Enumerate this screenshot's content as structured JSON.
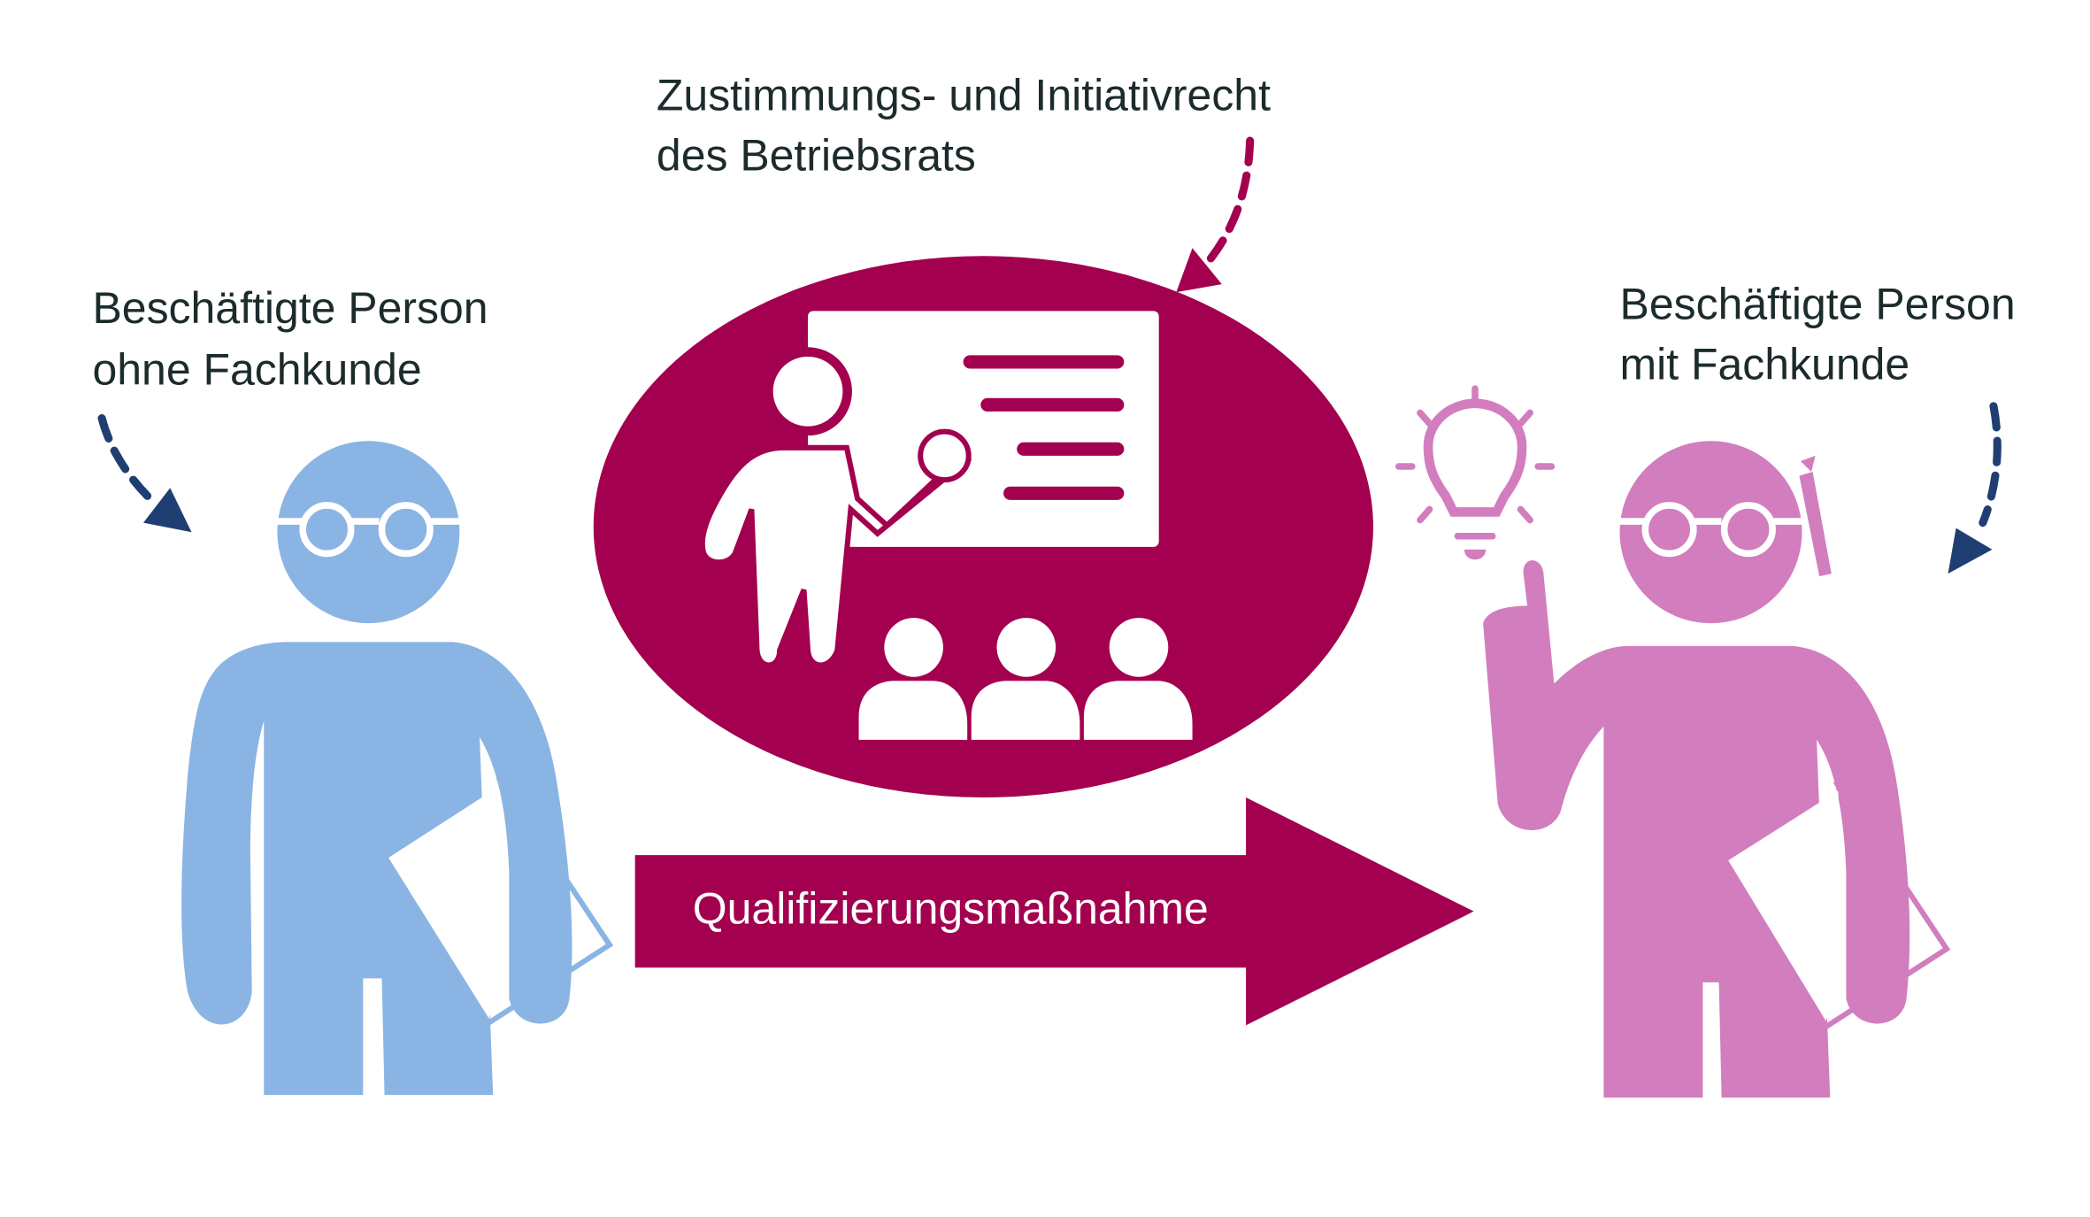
{
  "labels": {
    "top": [
      "Zustimmungs- und Initiativrecht",
      "des Betriebsrats"
    ],
    "left": [
      "Beschäftigte Person",
      "ohne Fachkunde"
    ],
    "right": [
      "Beschäftigte Person",
      "mit  Fachkunde"
    ],
    "arrow": "Qualifizierungsmaßnahme"
  },
  "colors": {
    "magenta": "#A3004F",
    "blue": "#8AB4E4",
    "pink": "#D27DBE",
    "navy": "#1F3F73"
  }
}
